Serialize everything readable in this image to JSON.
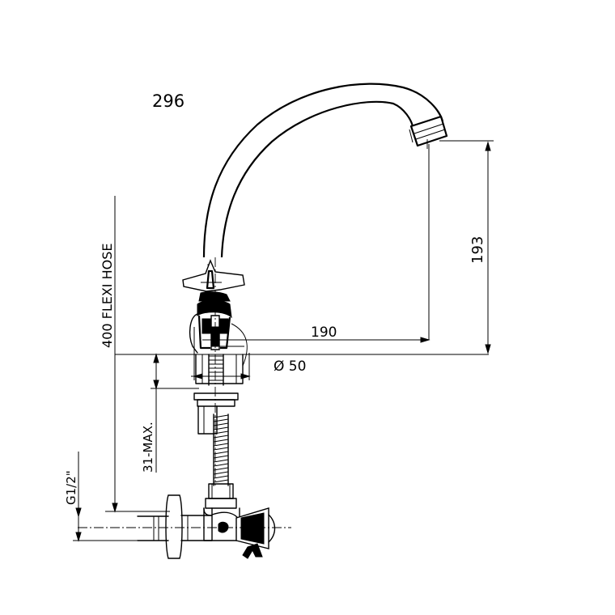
{
  "dimensions": {
    "spout_reach": "296",
    "spout_height": "193",
    "body_to_outlet": "190",
    "body_diameter": "Ø 50",
    "hose_length": "400 FLEXI HOSE",
    "max_thickness": "31-MAX.",
    "thread_size": "G1/2\""
  }
}
